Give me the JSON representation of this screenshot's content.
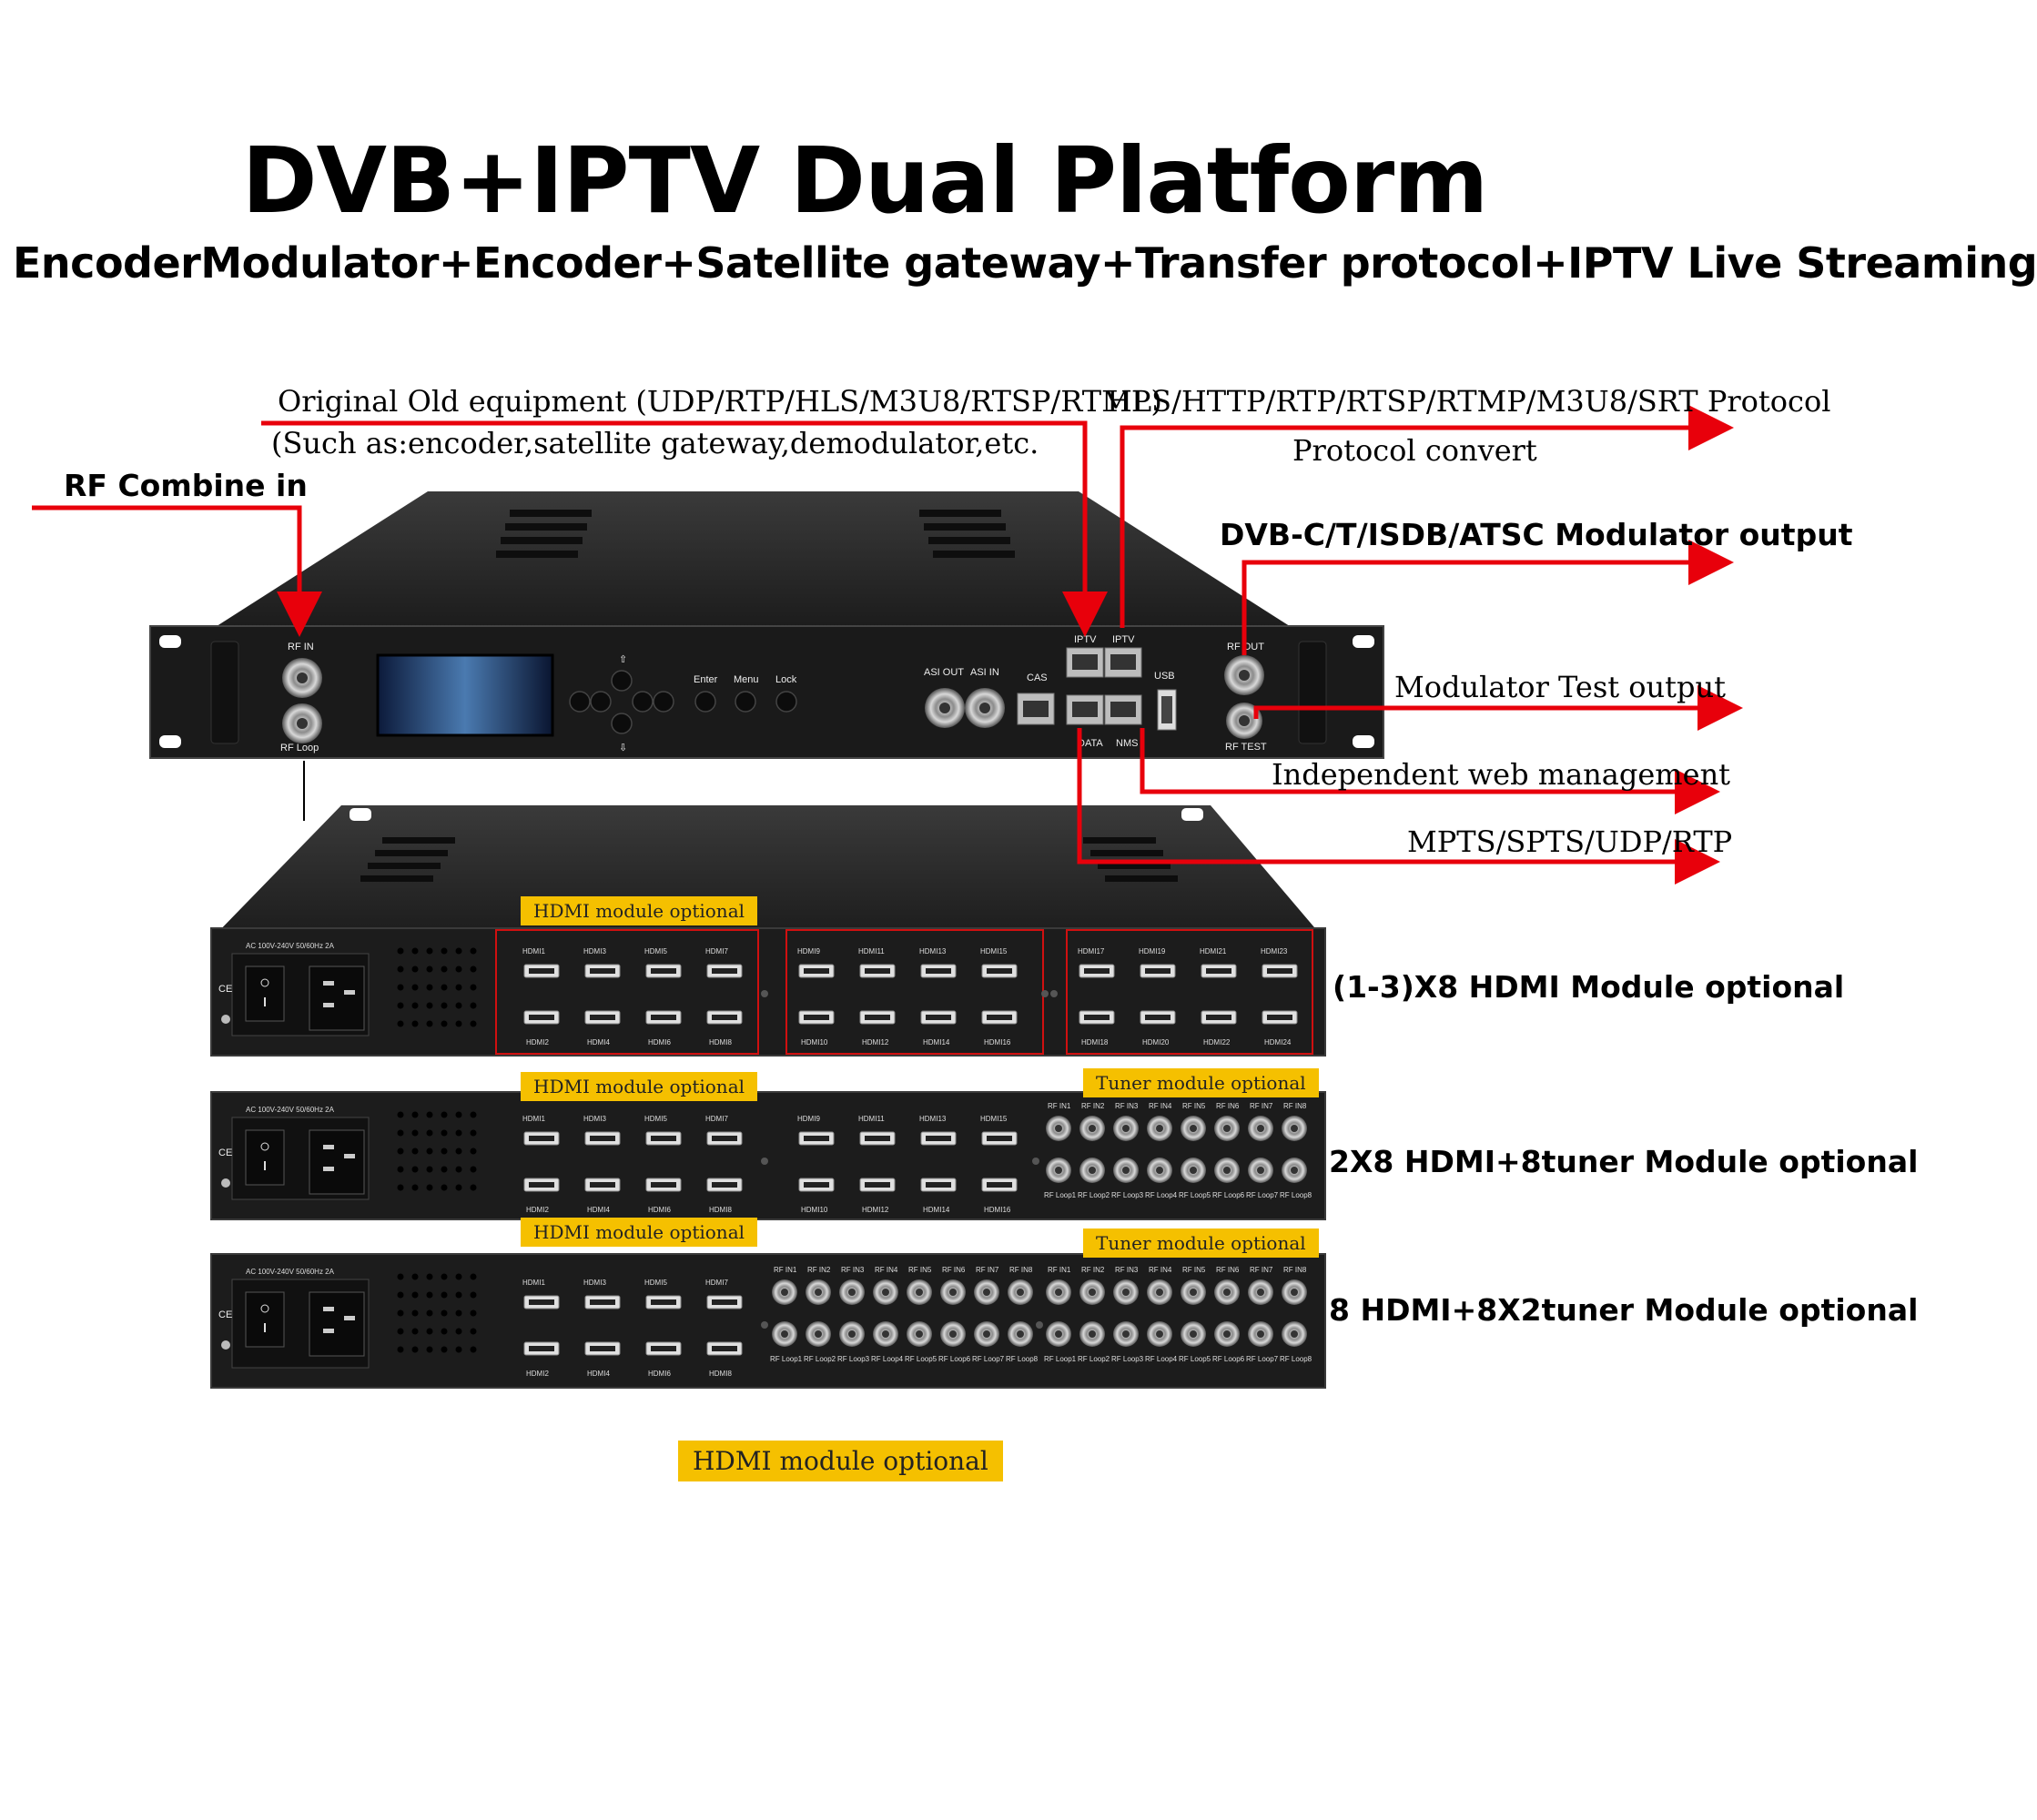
{
  "title": "DVB+IPTV Dual Platform",
  "subtitle": "EncoderModulator+Encoder+Satellite gateway+Transfer protocol+IPTV Live Streaming",
  "callouts": {
    "original": "Original Old equipment (UDP/RTP/HLS/M3U8/RTSP/RTMP)",
    "such_as": "(Such as:encoder,satellite gateway,demodulator,etc.",
    "hls": "HLS/HTTP/RTP/RTSP/RTMP/M3U8/SRT Protocol",
    "protocol_convert": "Protocol convert",
    "rf_combine": "RF Combine in",
    "modulator_output": "DVB-C/T/ISDB/ATSC Modulator output",
    "modulator_test": "Modulator Test output",
    "web_mgmt": "Independent web management",
    "mpts": "MPTS/SPTS/UDP/RTP",
    "module1": "(1-3)X8 HDMI Module optional",
    "module2": "2X8 HDMI+8tuner Module optional",
    "module3": "8 HDMI+8X2tuner Module optional"
  },
  "tags": {
    "hdmi": "HDMI module optional",
    "tuner": "Tuner module optional"
  },
  "front_panel": {
    "rf_in": "RF IN",
    "rf_loop": "RF Loop",
    "enter": "Enter",
    "menu": "Menu",
    "lock": "Lock",
    "asi_out": "ASI OUT",
    "asi_in": "ASI IN",
    "cas": "CAS",
    "iptv1": "IPTV",
    "iptv2": "IPTV",
    "data": "DATA",
    "nms": "NMS",
    "usb": "USB",
    "rf_out": "RF OUT",
    "rf_test": "RF TEST"
  },
  "rear_panel": {
    "power_label": "AC 100V-240V 50/60Hz 2A",
    "ce": "CE",
    "hdmi_top_1": [
      "HDMI1",
      "HDMI3",
      "HDMI5",
      "HDMI7"
    ],
    "hdmi_bot_1": [
      "HDMI2",
      "HDMI4",
      "HDMI6",
      "HDMI8"
    ],
    "hdmi_top_2": [
      "HDMI9",
      "HDMI11",
      "HDMI13",
      "HDMI15"
    ],
    "hdmi_bot_2": [
      "HDMI10",
      "HDMI12",
      "HDMI14",
      "HDMI16"
    ],
    "hdmi_top_3": [
      "HDMI17",
      "HDMI19",
      "HDMI21",
      "HDMI23"
    ],
    "hdmi_bot_3": [
      "HDMI18",
      "HDMI20",
      "HDMI22",
      "HDMI24"
    ],
    "rf_in_labels": [
      "RF IN1",
      "RF IN2",
      "RF IN3",
      "RF IN4",
      "RF IN5",
      "RF IN6",
      "RF IN7",
      "RF IN8"
    ],
    "rf_loop_labels": [
      "RF Loop1",
      "RF Loop2",
      "RF Loop3",
      "RF Loop4",
      "RF Loop5",
      "RF Loop6",
      "RF Loop7",
      "RF Loop8"
    ]
  },
  "colors": {
    "arrow": "#e8000b",
    "tag": "#f5c000",
    "chassis": "#1a1a1a",
    "highlight": "#d01010"
  }
}
